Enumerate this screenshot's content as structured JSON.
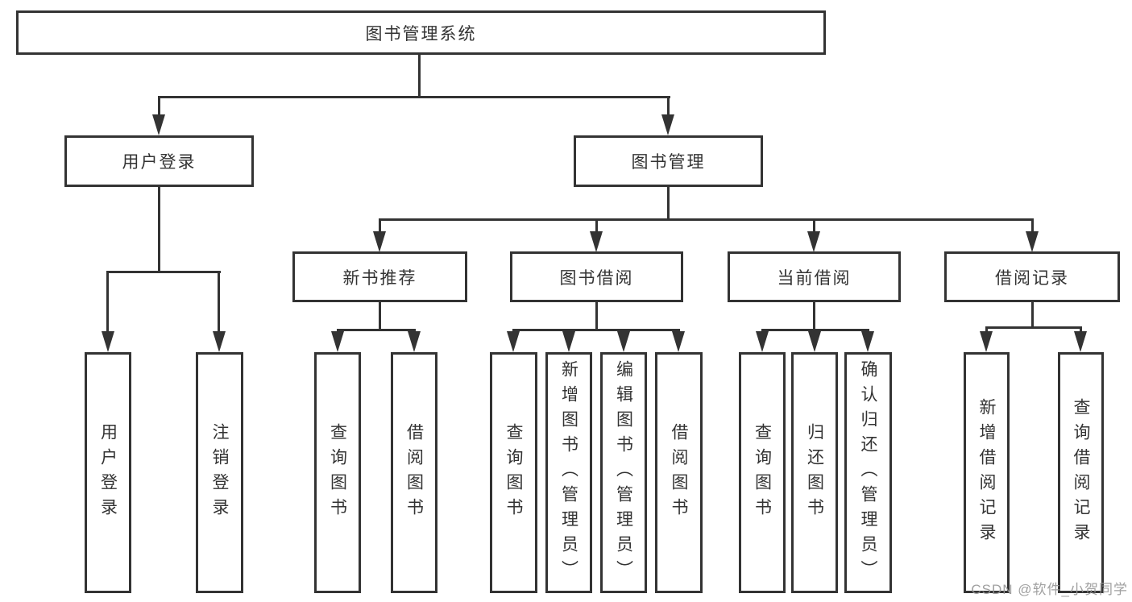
{
  "diagram": {
    "root": {
      "label": "图书管理系统"
    },
    "level2": [
      {
        "label": "用户登录"
      },
      {
        "label": "图书管理"
      }
    ],
    "level3": [
      {
        "label": "新书推荐"
      },
      {
        "label": "图书借阅"
      },
      {
        "label": "当前借阅"
      },
      {
        "label": "借阅记录"
      }
    ],
    "leaves": {
      "userLogin": [
        {
          "label": "用户登录"
        },
        {
          "label": "注销登录"
        }
      ],
      "newBook": [
        {
          "label": "查询图书"
        },
        {
          "label": "借阅图书"
        }
      ],
      "bookBorrow": [
        {
          "label": "查询图书"
        },
        {
          "label": "新增图书（管理员）"
        },
        {
          "label": "编辑图书（管理员）"
        },
        {
          "label": "借阅图书"
        }
      ],
      "currentBorrow": [
        {
          "label": "查询图书"
        },
        {
          "label": "归还图书"
        },
        {
          "label": "确认归还（管理员）"
        }
      ],
      "borrowRecords": [
        {
          "label": "新增借阅记录"
        },
        {
          "label": "查询借阅记录"
        }
      ]
    },
    "watermark": "CSDN @软件_小贺同学",
    "colors": {
      "line": "#333333",
      "text": "#333333",
      "watermark": "#969696",
      "background": "#ffffff"
    }
  }
}
